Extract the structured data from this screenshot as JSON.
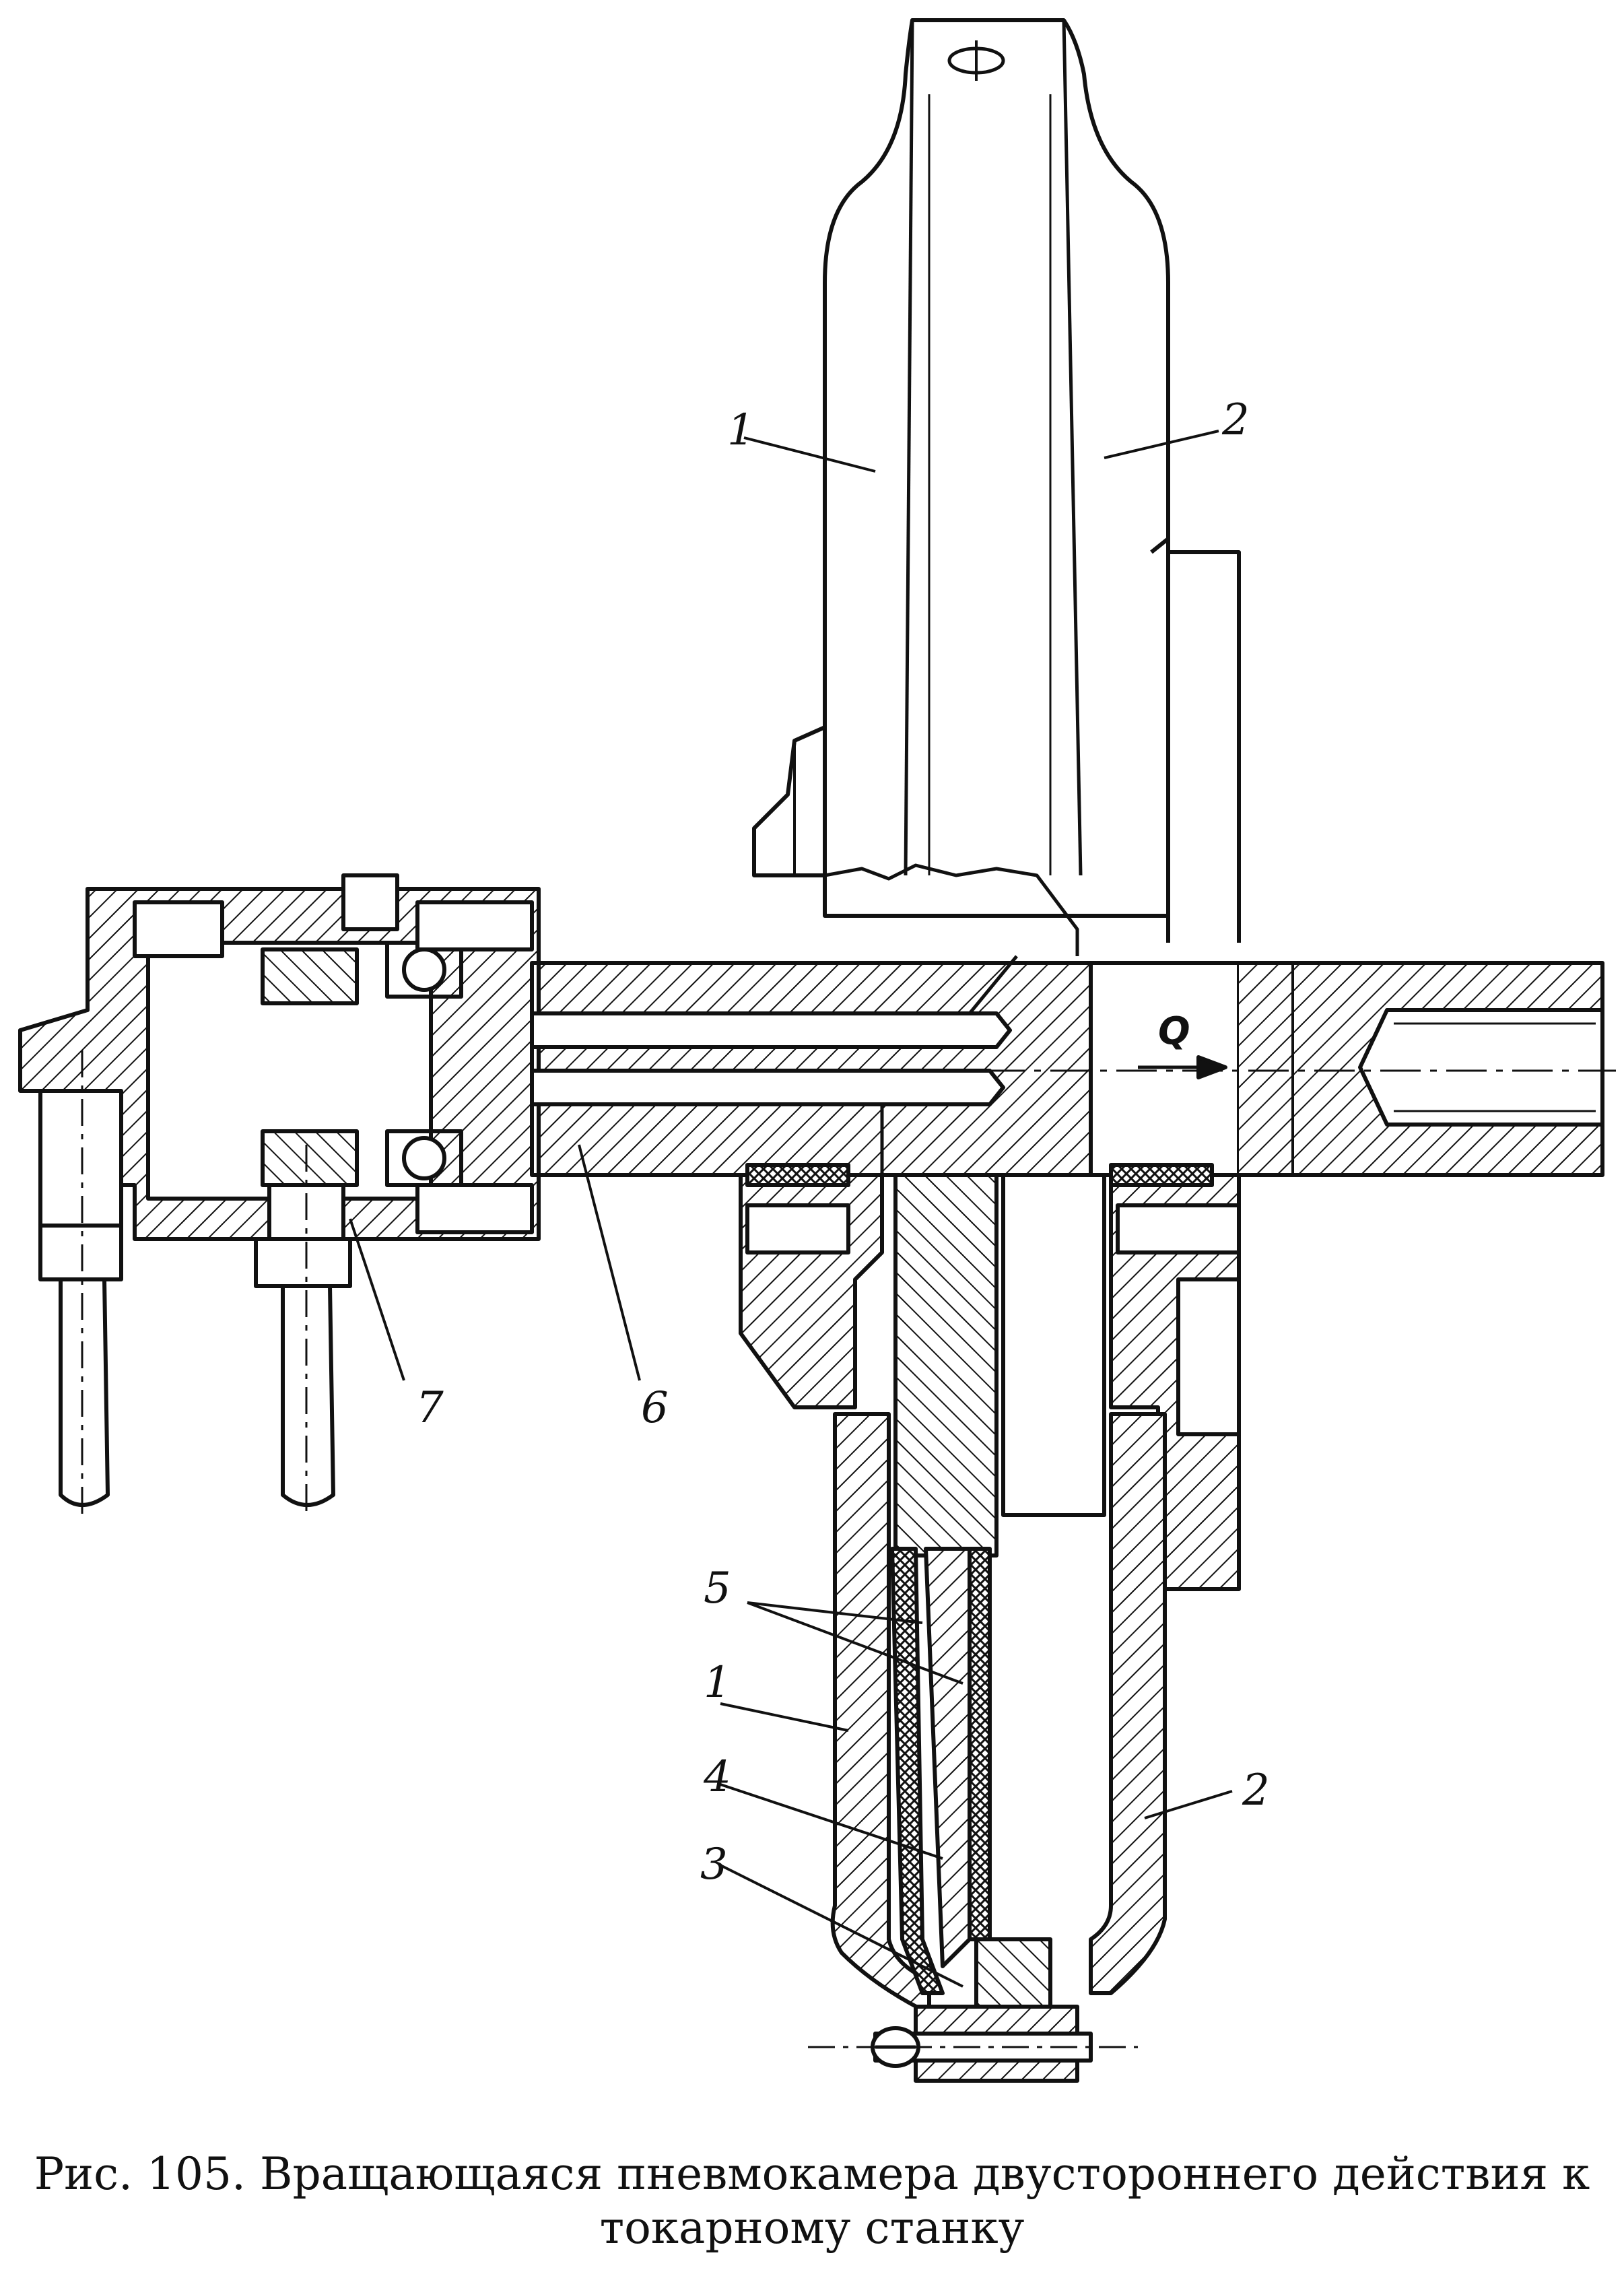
{
  "figure": {
    "labels": {
      "top_left_1": "1",
      "top_right_2": "2",
      "flow_q": "Q",
      "label_7": "7",
      "label_6": "6",
      "label_5": "5",
      "bottom_left_1": "1",
      "label_4": "4",
      "label_3": "3",
      "bottom_right_2": "2"
    }
  },
  "caption": {
    "line1": "Рис. 105. Вращающаяся пневмокамера двустороннего действия к",
    "line2": "токарному станку"
  }
}
